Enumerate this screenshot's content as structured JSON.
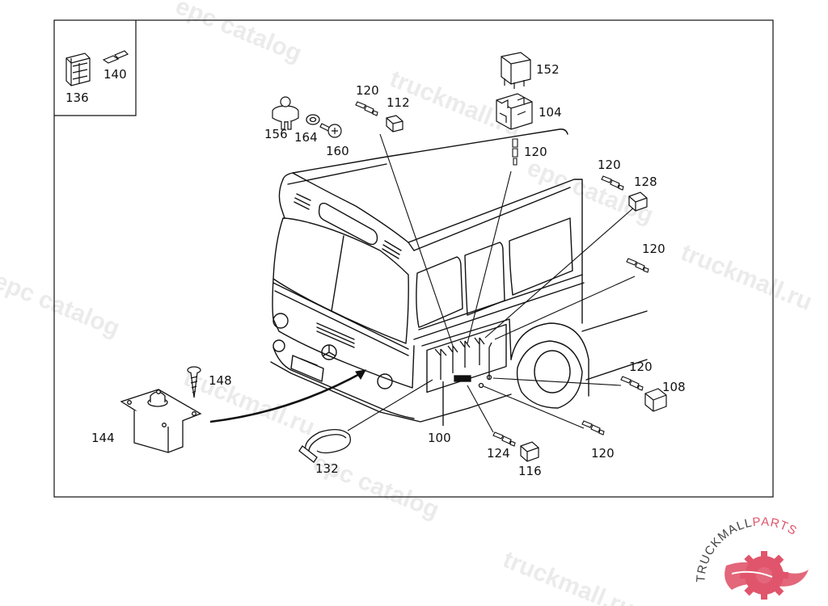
{
  "diagram": {
    "callouts": {
      "p100": "100",
      "p104": "104",
      "p108": "108",
      "p112": "112",
      "p116": "116",
      "p124": "124",
      "p128": "128",
      "p132": "132",
      "p136": "136",
      "p140": "140",
      "p144": "144",
      "p148": "148",
      "p152": "152",
      "p156": "156",
      "p160": "160",
      "p164": "164",
      "p120": "120"
    }
  },
  "watermark": {
    "text_a": "truckmall.ru",
    "text_b": "epc catalog"
  },
  "logo": {
    "name": "TRUCKMALL",
    "suffix": "PARTS",
    "accent_color": "#e0556b",
    "dark_color": "#444444"
  },
  "colors": {
    "line": "#111111",
    "background": "#ffffff"
  }
}
